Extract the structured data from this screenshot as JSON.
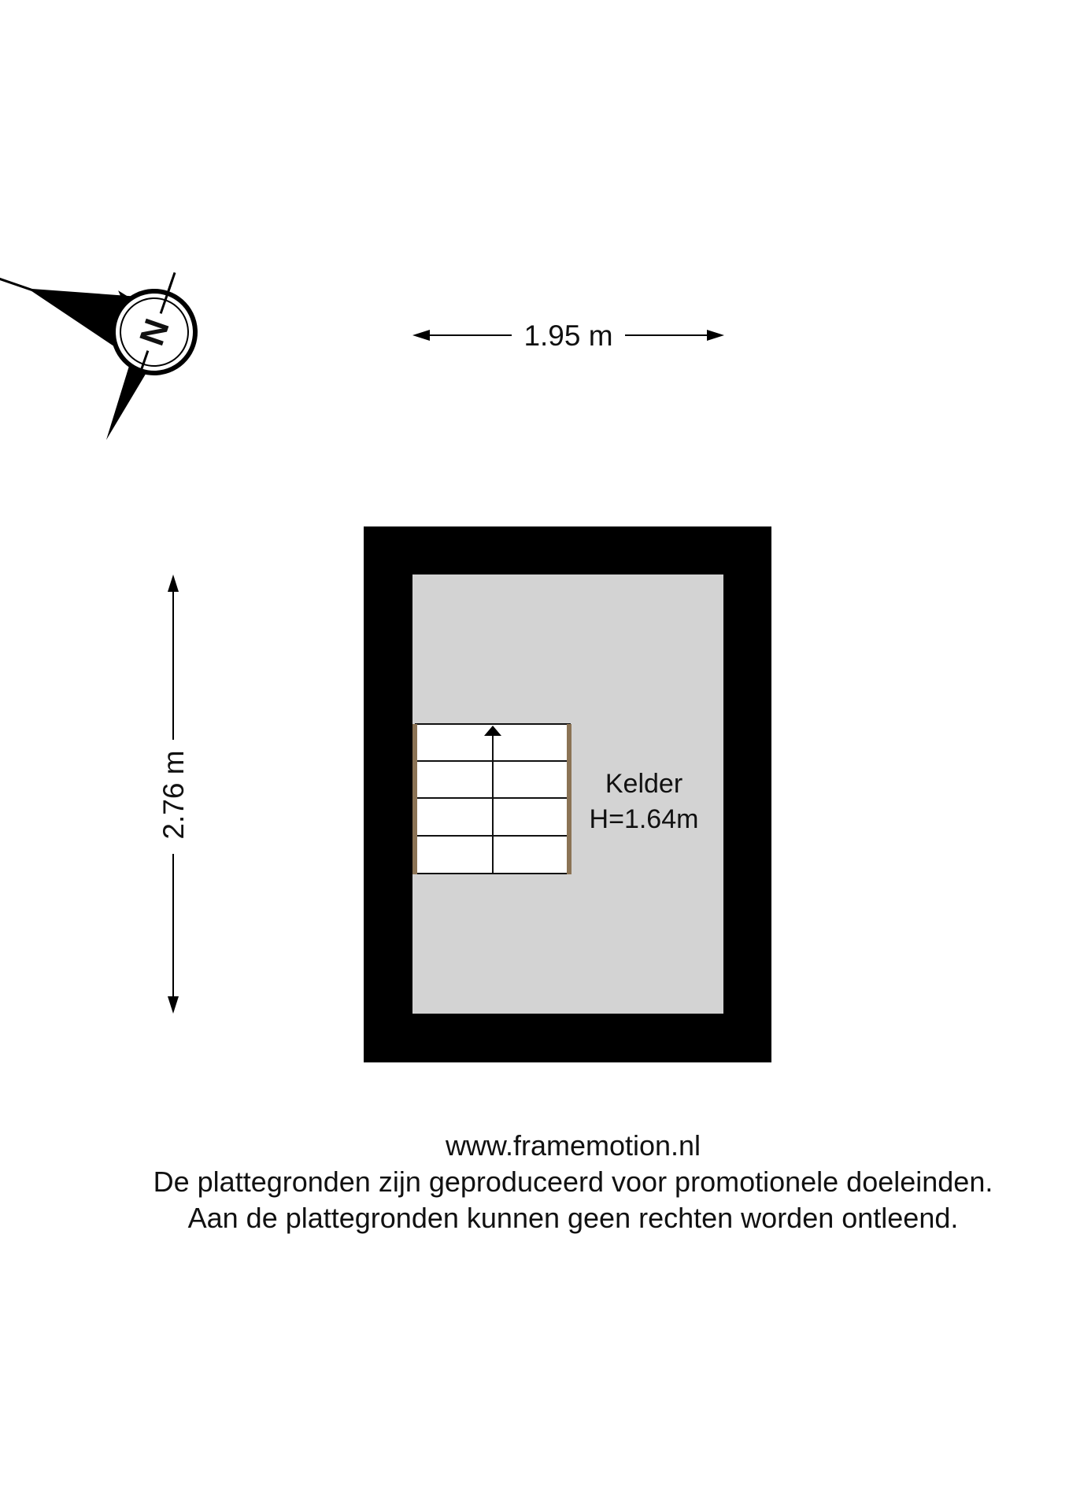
{
  "compass": {
    "label": "N"
  },
  "dimensions": {
    "width": "1.95 m",
    "length": "2.76 m"
  },
  "room": {
    "name": "Kelder",
    "height": "H=1.64m"
  },
  "footer": {
    "website": "www.framemotion.nl",
    "disclaimer_1": "De plattegronden zijn geproduceerd voor promotionele doeleinden.",
    "disclaimer_2": "Aan de plattegronden kunnen geen rechten worden ontleend."
  },
  "colors": {
    "wall": "#000000",
    "floor": "#d3d3d3",
    "stair_rail": "#8b7355",
    "stair_tread": "#ffffff"
  }
}
